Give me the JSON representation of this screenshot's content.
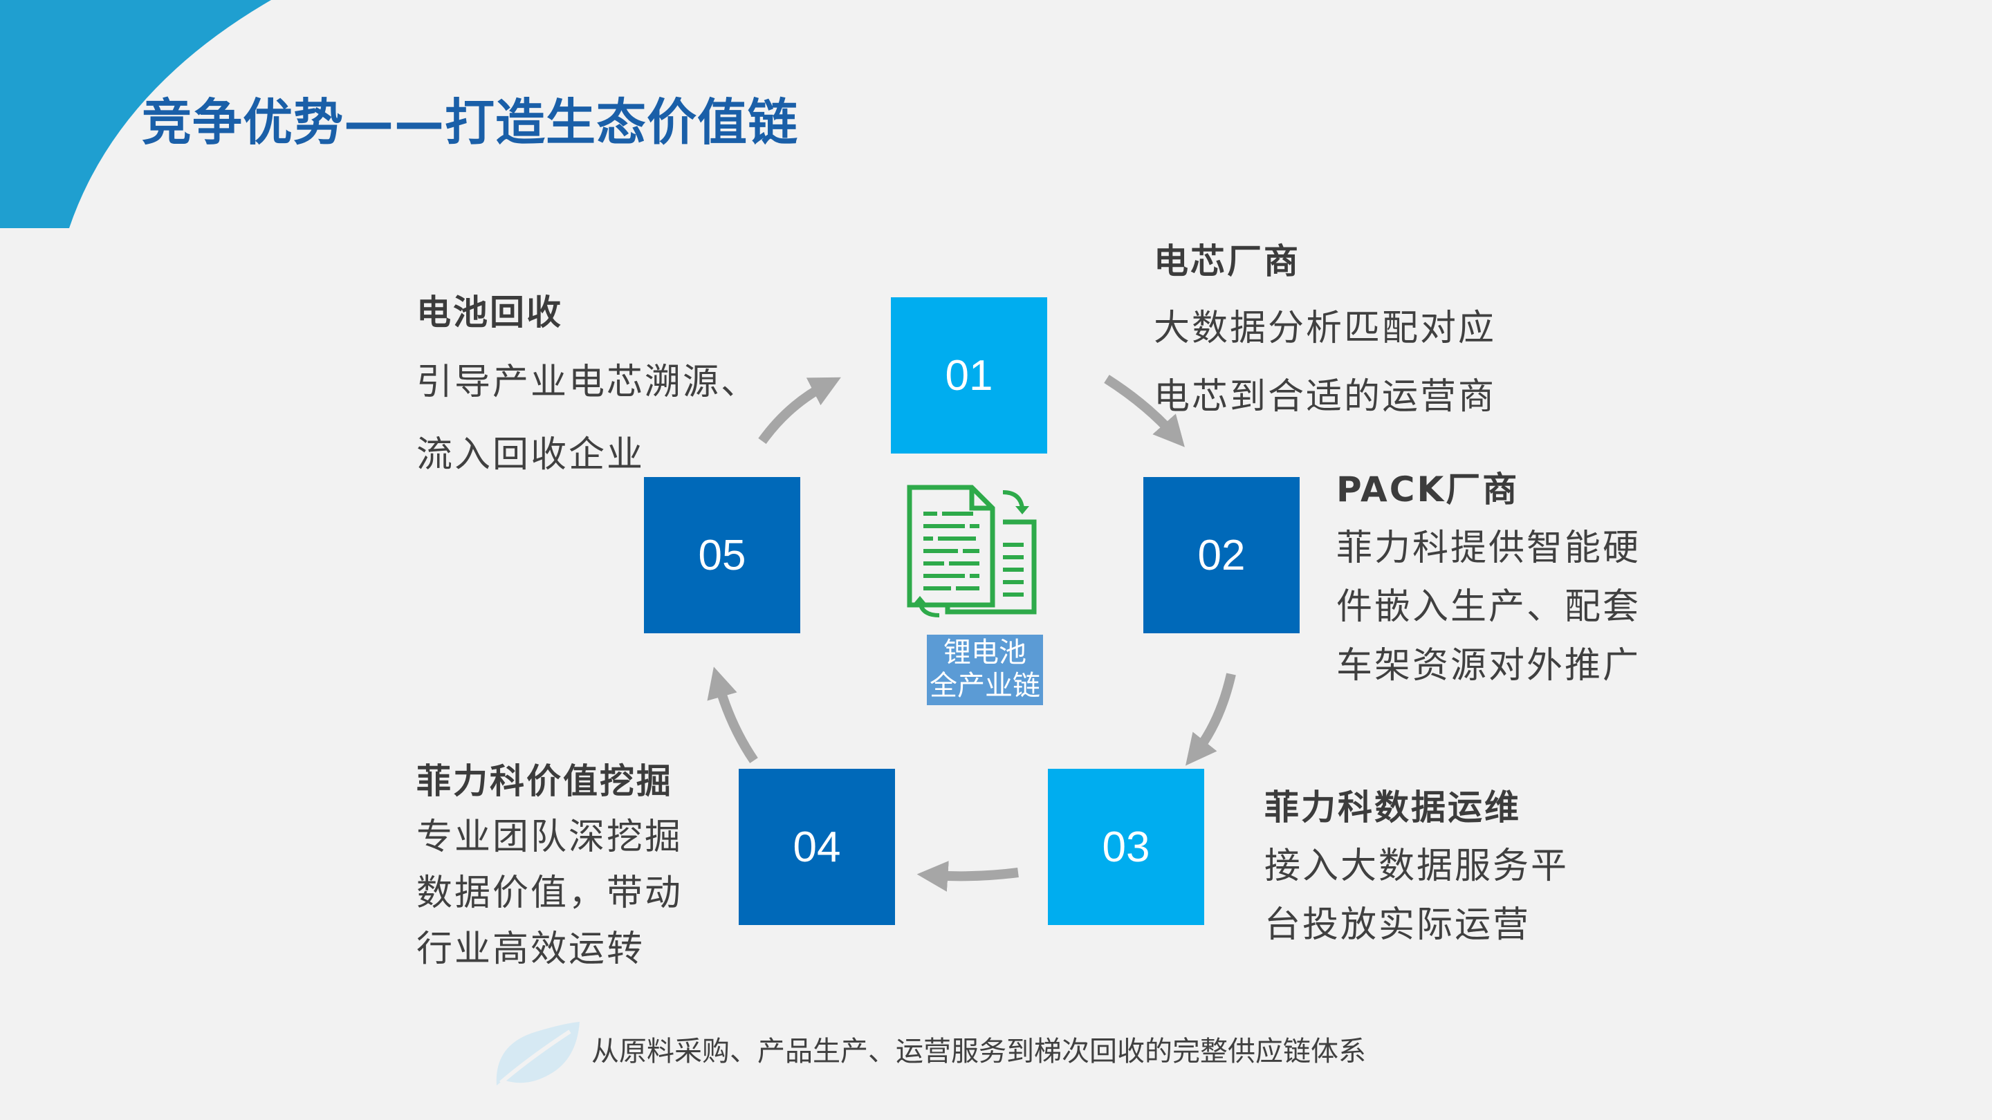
{
  "title": "竞争优势——打造生态价值链",
  "colors": {
    "accent": "#1a5fa8",
    "corner": "#1f9fd0",
    "box_light": "#00adef",
    "box_dark": "#0069b9",
    "arrow": "#a6a6a6",
    "icon": "#2eaa4a",
    "label_bg": "#5b9bd5"
  },
  "steps": [
    {
      "num": "01",
      "heading": "电芯厂商",
      "lines": [
        "大数据分析匹配对应",
        "电芯到合适的运营商"
      ]
    },
    {
      "num": "02",
      "heading": "PACK厂商",
      "lines": [
        "菲力科提供智能硬",
        "件嵌入生产、配套",
        "车架资源对外推广"
      ]
    },
    {
      "num": "03",
      "heading": "菲力科数据运维",
      "lines": [
        "接入大数据服务平",
        "台投放实际运营"
      ]
    },
    {
      "num": "04",
      "heading": "菲力科价值挖掘",
      "lines": [
        "专业团队深挖掘",
        "数据价值，带动",
        "行业高效运转"
      ]
    },
    {
      "num": "05",
      "heading": "电池回收",
      "lines": [
        "引导产业电芯溯源、",
        "流入回收企业"
      ]
    }
  ],
  "center": {
    "icon": "document-exchange-icon",
    "label_line1": "锂电池",
    "label_line2": "全产业链"
  },
  "footer": {
    "icon": "leaf-icon",
    "text": "从原料采购、产品生产、运营服务到梯次回收的完整供应链体系"
  }
}
